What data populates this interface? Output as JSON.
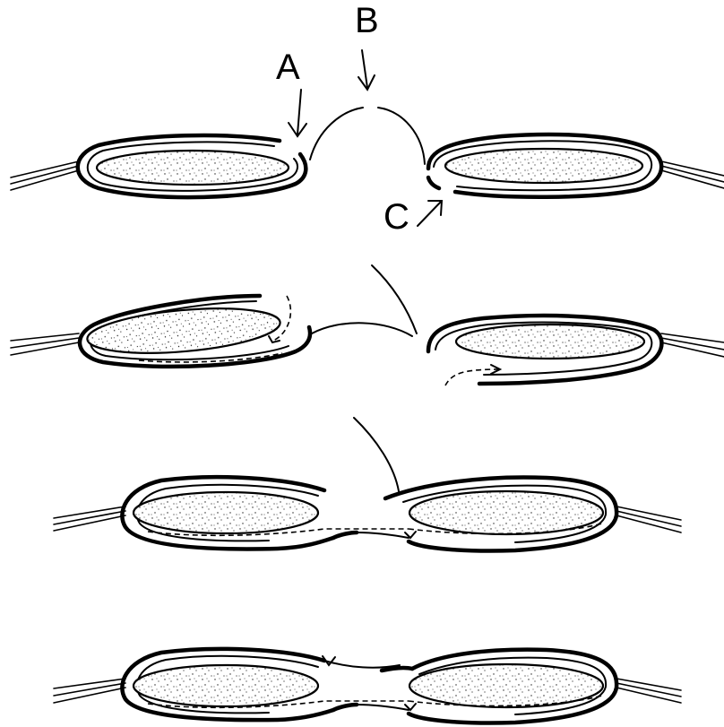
{
  "labels": {
    "a": "A",
    "b": "B",
    "c": "C"
  }
}
